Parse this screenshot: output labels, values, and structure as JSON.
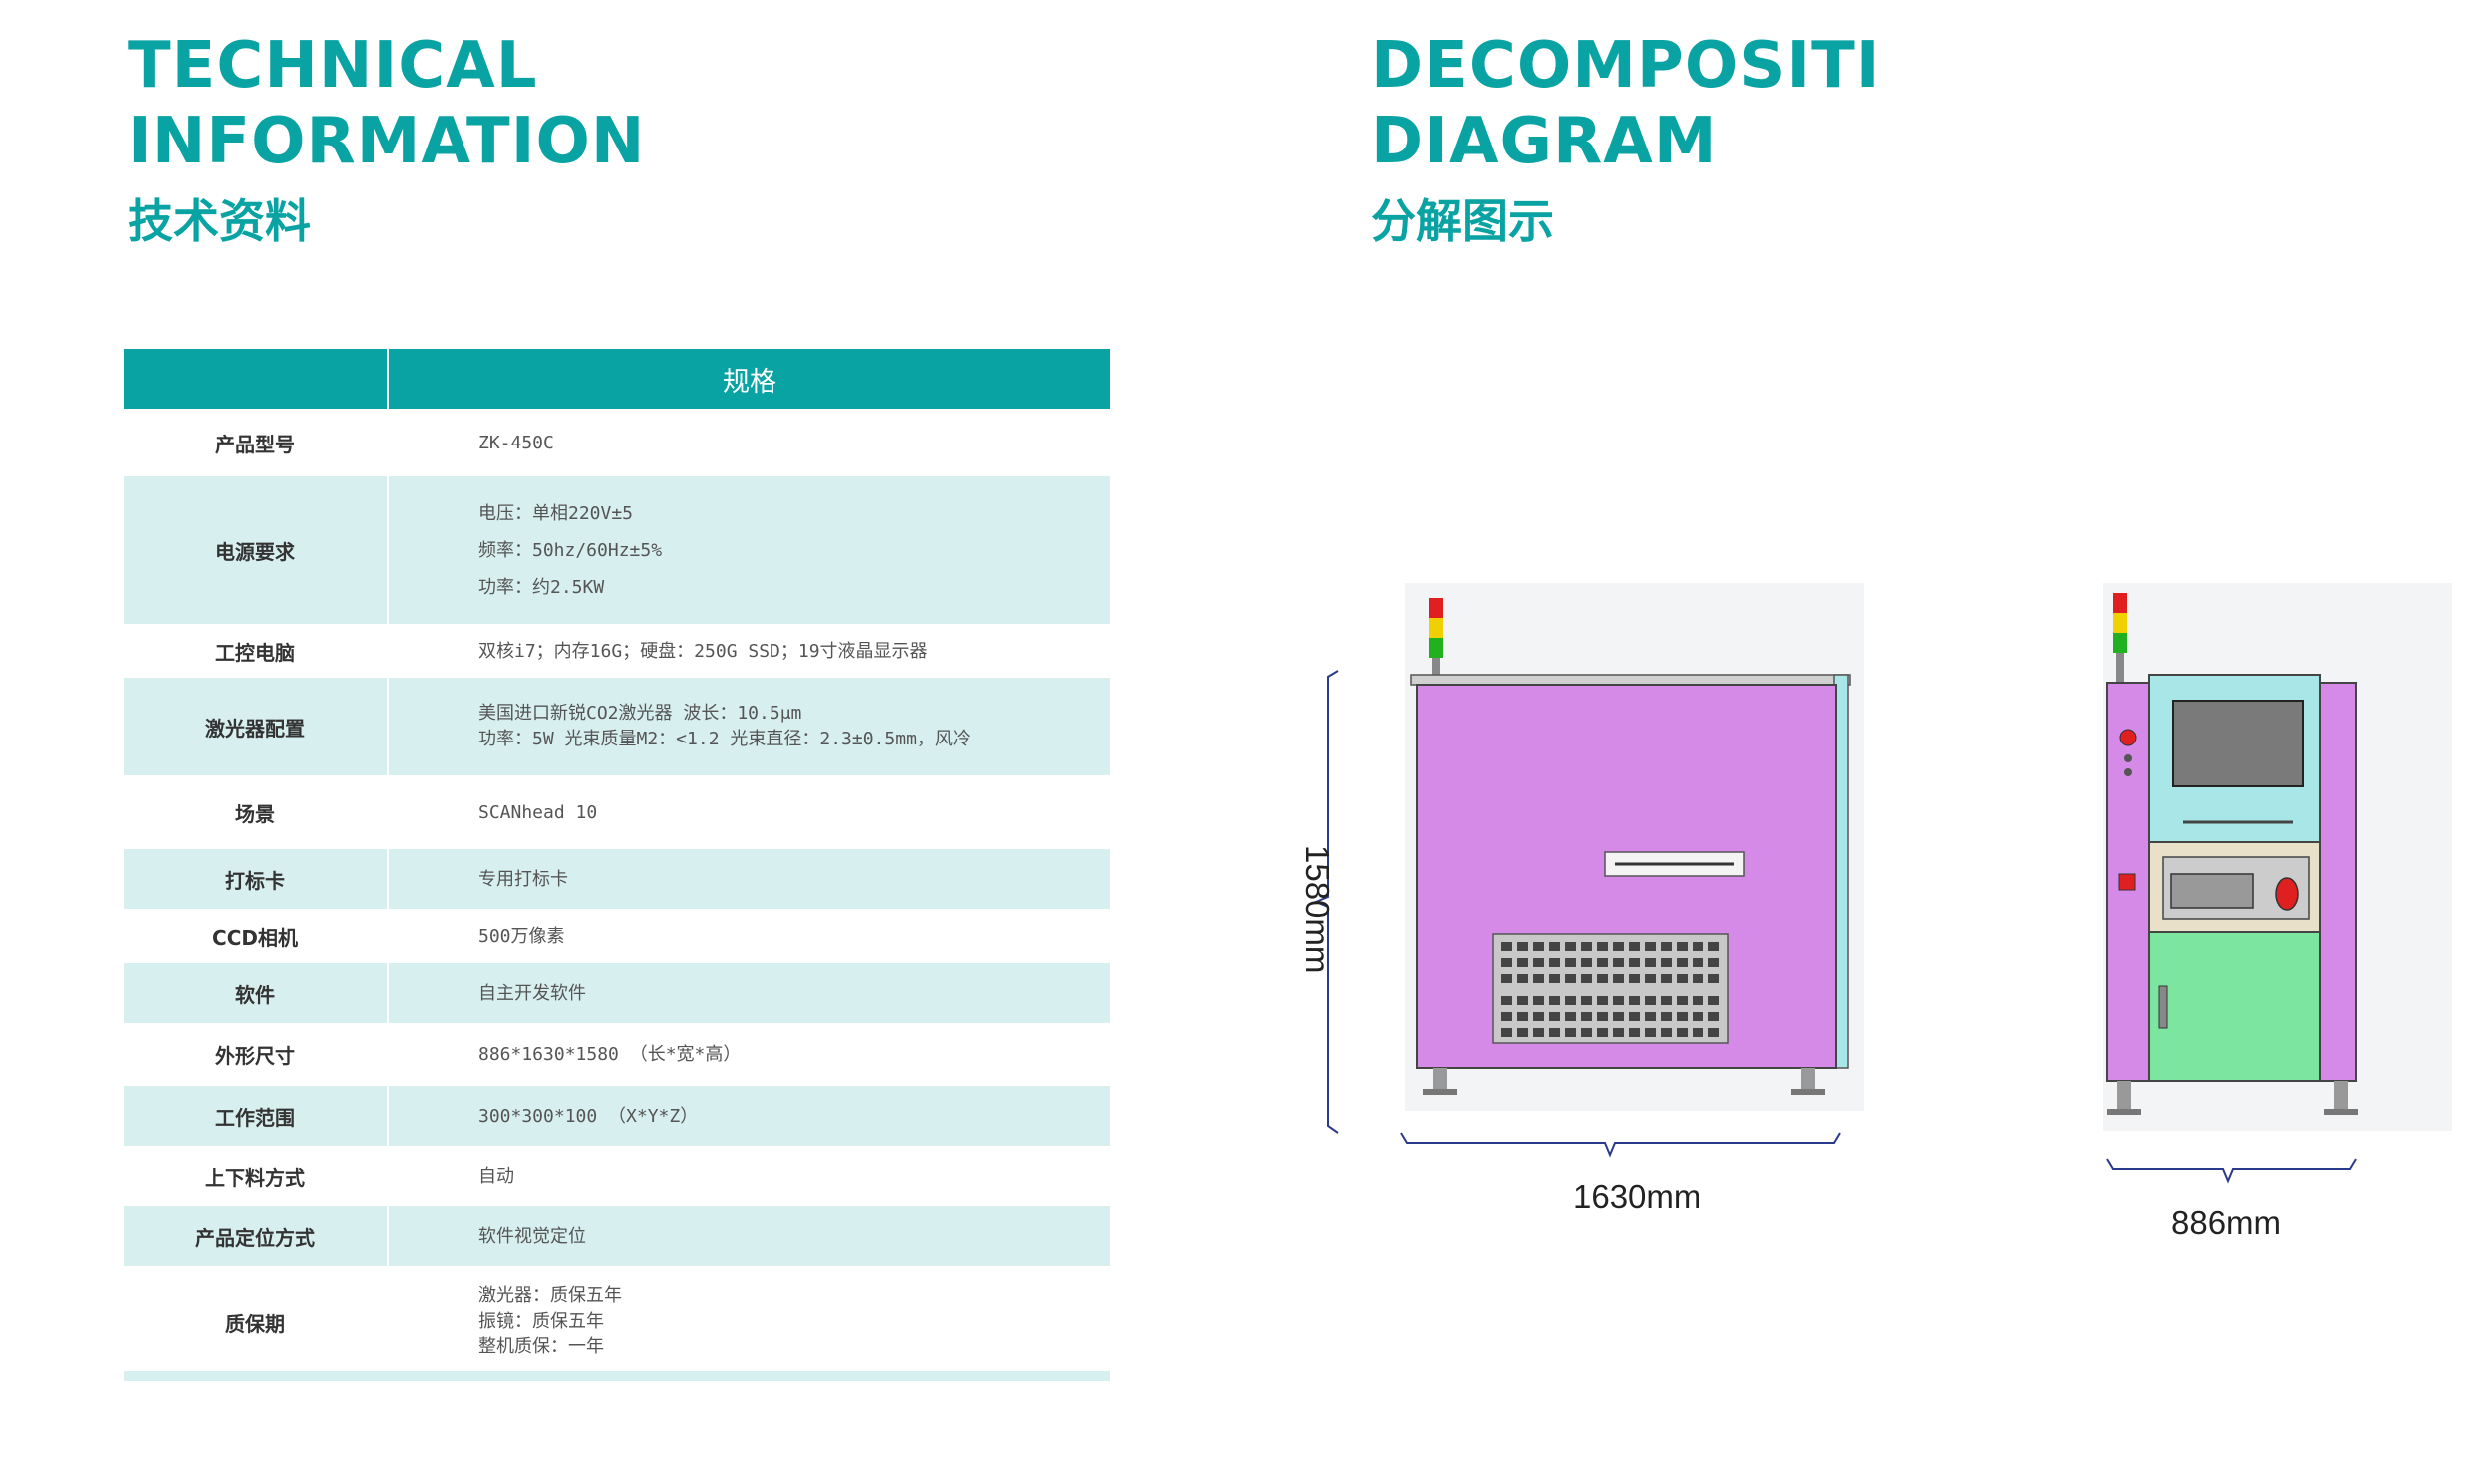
{
  "left": {
    "title": "TECHNICAL\nINFORMATION",
    "subtitle": "技术资料"
  },
  "right": {
    "title": "DECOMPOSITI\nDIAGRAM",
    "subtitle": "分解图示"
  },
  "table": {
    "header": "规格",
    "rows": [
      {
        "label": "产品型号",
        "lines": [
          "ZK-450C"
        ]
      },
      {
        "label": "电源要求",
        "lines": [
          "电压：单相220V±5",
          "频率：50hz/60Hz±5%",
          "功率：约2.5KW"
        ]
      },
      {
        "label": "工控电脑",
        "lines": [
          "双核i7；内存16G；硬盘：250G SSD；19寸液晶显示器"
        ]
      },
      {
        "label": "激光器配置",
        "lines": [
          "美国进口新锐CO2激光器 波长：10.5μm",
          "功率：5W 光束质量M2：<1.2 光束直径：2.3±0.5mm，风冷"
        ]
      },
      {
        "label": "场景",
        "lines": [
          "SCANhead 10"
        ]
      },
      {
        "label": "打标卡",
        "lines": [
          "专用打标卡"
        ]
      },
      {
        "label": "CCD相机",
        "lines": [
          "500万像素"
        ]
      },
      {
        "label": "软件",
        "lines": [
          "自主开发软件"
        ]
      },
      {
        "label": "外形尺寸",
        "lines": [
          "886*1630*1580 （长*宽*高）"
        ]
      },
      {
        "label": "工作范围",
        "lines": [
          "300*300*100 （X*Y*Z）"
        ]
      },
      {
        "label": "上下料方式",
        "lines": [
          "自动"
        ]
      },
      {
        "label": "产品定位方式",
        "lines": [
          "软件视觉定位"
        ]
      },
      {
        "label": "质保期",
        "lines": [
          "激光器：质保五年",
          "振镜：质保五年",
          "整机质保：一年"
        ]
      }
    ]
  },
  "diagram": {
    "height_label": "1580mm",
    "width_label": "1630mm",
    "depth_label": "886mm",
    "colors": {
      "body": "#d48ae6",
      "panel": "#a8e6e8",
      "lower": "#7ce6a0",
      "grill": "#c8c8c8",
      "light_red": "#e02020",
      "light_yellow": "#f0d000",
      "light_green": "#20b020",
      "dim_line": "#2a3a8a"
    }
  }
}
